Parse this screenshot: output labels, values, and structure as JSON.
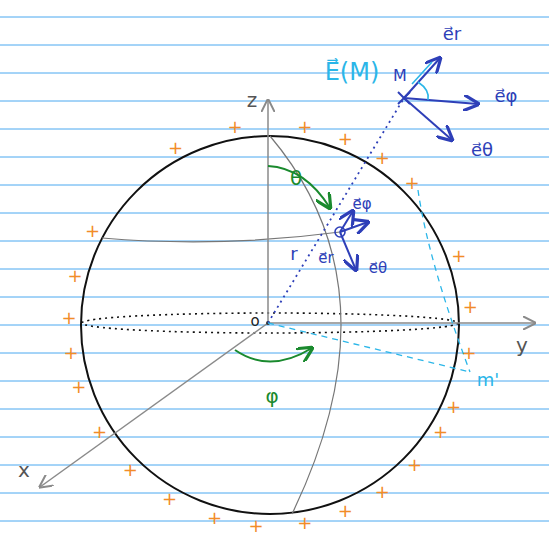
{
  "diagram": {
    "labels": [
      "z",
      "y",
      "x",
      "o",
      "θ",
      "φ",
      "r",
      "e⃗φ",
      "e⃗r",
      "e⃗θ",
      "M",
      "E⃗(M)",
      "e⃗r",
      "e⃗φ",
      "e⃗θ",
      "m'",
      "+",
      "+",
      "+",
      "+",
      "+",
      "+",
      "+",
      "+",
      "+",
      "+",
      "+",
      "+",
      "+",
      "+",
      "+",
      "+",
      "+",
      "+",
      "+",
      "+",
      "+",
      "+",
      "+",
      "+",
      "+"
    ]
  }
}
